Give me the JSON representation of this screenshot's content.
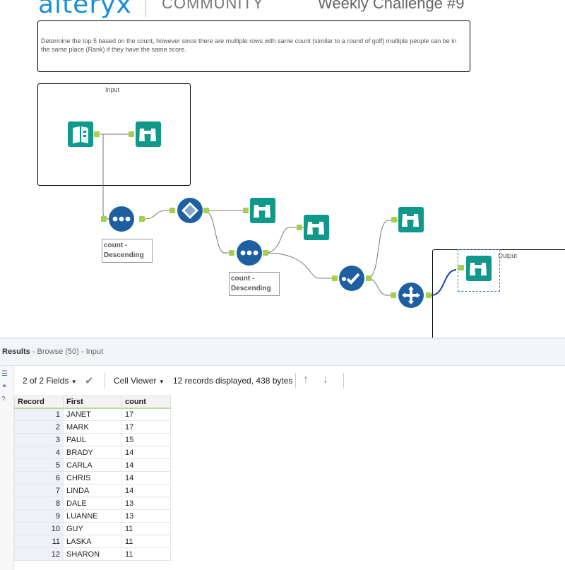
{
  "header": {
    "brand": "alteryx",
    "community": "COMMUNITY",
    "challenge": "Weekly Challenge #9"
  },
  "comment": {
    "text": "Determine the top 5 based on the count, however since there are multiple rows with same count (similar to a round of golf) multiple people can be in the same place (Rank) if they have the same score."
  },
  "containers": {
    "input_title": "Input",
    "output_title": "Output"
  },
  "tools": {
    "sort1_label_1": "count -",
    "sort1_label_2": "Descending",
    "sort2_label_1": "count -",
    "sort2_label_2": "Descending"
  },
  "colors": {
    "io_green": "#10988a",
    "prep_blue": "#1d5fa0",
    "anchor_green": "#a6cf4c",
    "wire": "#777777",
    "selected_wire": "#1a3cb8"
  },
  "results": {
    "title": "Results",
    "subtitle": " - Browse (50) - Input",
    "fields": "2 of 2 Fields",
    "viewer": "Cell Viewer",
    "summary": "12 records displayed, 438 bytes",
    "columns": [
      "Record",
      "First",
      "count"
    ],
    "rows": [
      [
        "1",
        "JANET",
        "17"
      ],
      [
        "2",
        "MARK",
        "17"
      ],
      [
        "3",
        "PAUL",
        "15"
      ],
      [
        "4",
        "BRADY",
        "14"
      ],
      [
        "5",
        "CARLA",
        "14"
      ],
      [
        "6",
        "CHRIS",
        "14"
      ],
      [
        "7",
        "LINDA",
        "14"
      ],
      [
        "8",
        "DALE",
        "13"
      ],
      [
        "9",
        "LUANNE",
        "13"
      ],
      [
        "10",
        "GUY",
        "11"
      ],
      [
        "11",
        "LASKA",
        "11"
      ],
      [
        "12",
        "SHARON",
        "11"
      ]
    ]
  }
}
